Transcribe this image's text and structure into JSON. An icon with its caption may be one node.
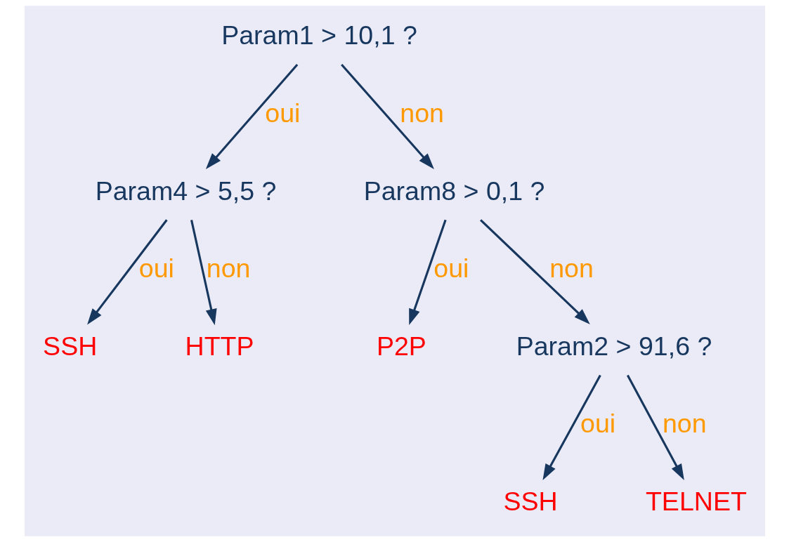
{
  "diagram": {
    "nodes": [
      {
        "text": [
          "Param1 > 10,1 ?"
        ]
      },
      {
        "text": [
          "Param4 > 5,5 ?"
        ]
      },
      {
        "text": [
          "Param8 > 0,1 ?"
        ]
      },
      {
        "text": [
          "SSH"
        ]
      },
      {
        "text": [
          "HTTP"
        ]
      },
      {
        "text": [
          "P2P"
        ]
      },
      {
        "text": [
          "Param2 > 91,6 ?"
        ]
      },
      {
        "text": [
          "SSH"
        ]
      },
      {
        "text": [
          "TELNET"
        ]
      }
    ],
    "edges": [
      {
        "from": 0,
        "to": 1,
        "arrow": "to",
        "label": "oui"
      },
      {
        "from": 0,
        "to": 2,
        "arrow": "to",
        "label": "non"
      },
      {
        "from": 1,
        "to": 3,
        "arrow": "to",
        "label": "oui"
      },
      {
        "from": 1,
        "to": 4,
        "arrow": "to",
        "label": "non"
      },
      {
        "from": 2,
        "to": 5,
        "arrow": "to",
        "label": "oui"
      },
      {
        "from": 2,
        "to": 6,
        "arrow": "to",
        "label": "non"
      },
      {
        "from": 6,
        "to": 7,
        "arrow": "to",
        "label": "oui"
      },
      {
        "from": 6,
        "to": 8,
        "arrow": "to",
        "label": "non"
      }
    ]
  }
}
